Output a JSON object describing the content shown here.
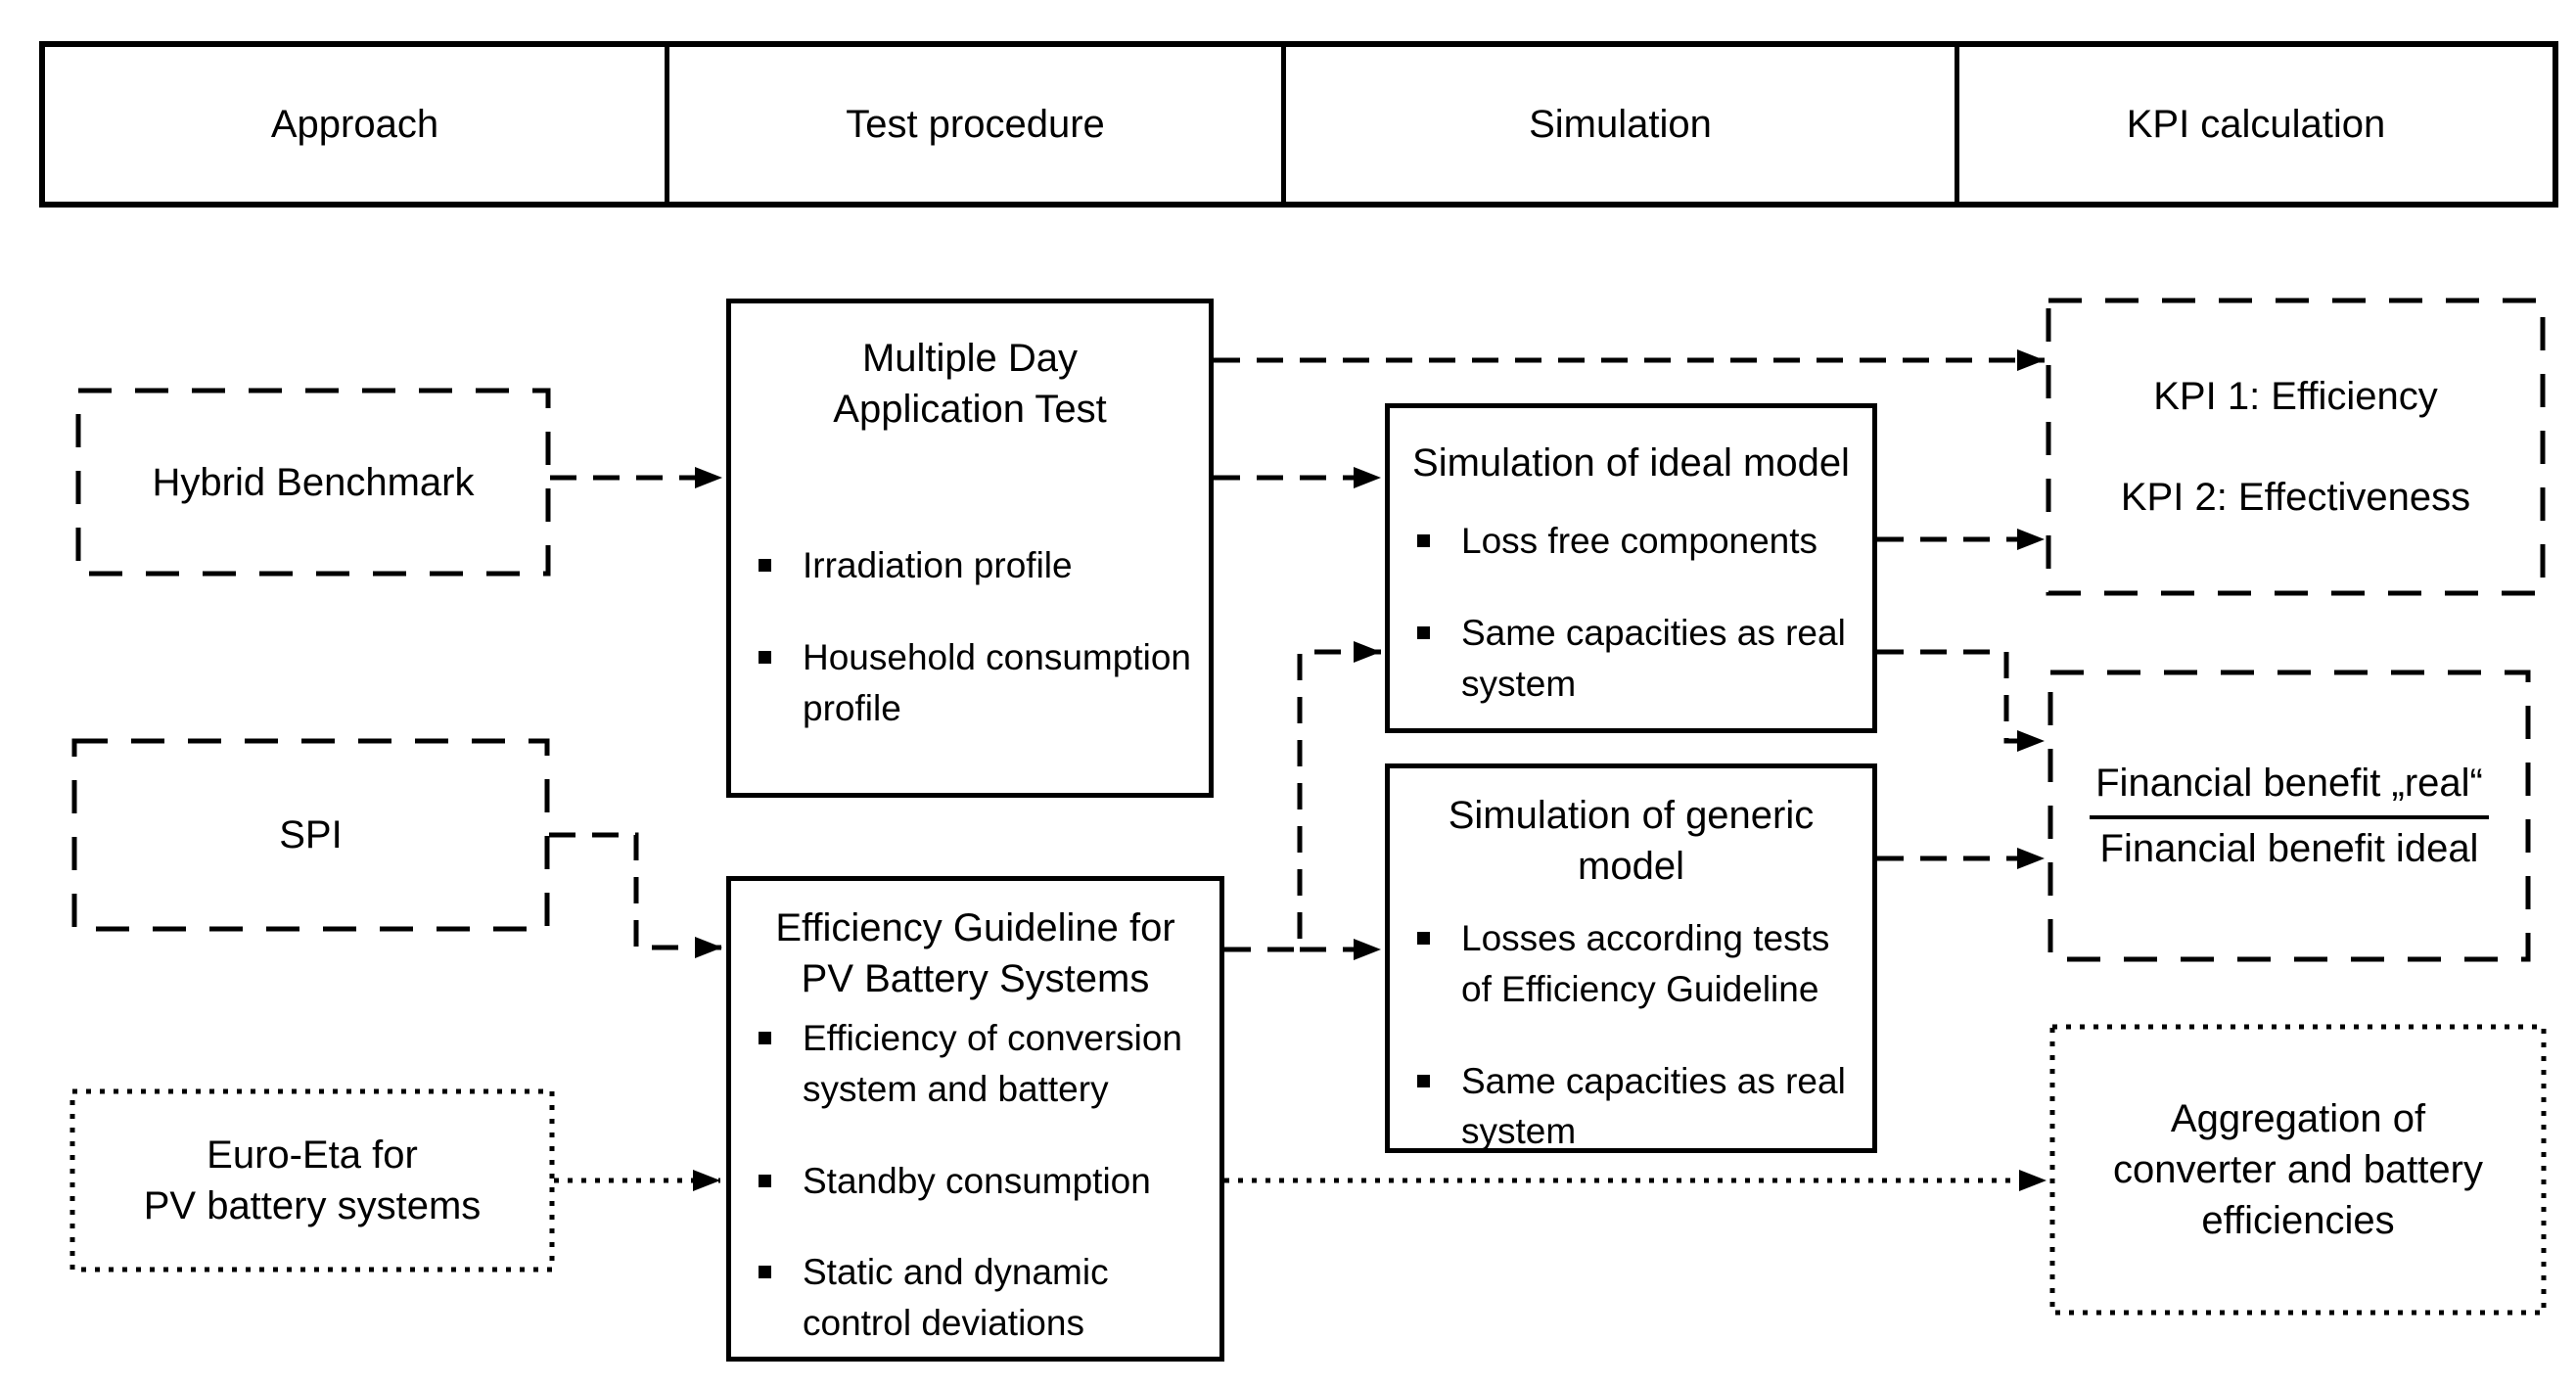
{
  "figure": {
    "background": "#ffffff",
    "ink": "#000000"
  },
  "header": {
    "columns": [
      {
        "label": "Approach"
      },
      {
        "label": "Test procedure"
      },
      {
        "label": "Simulation"
      },
      {
        "label": "KPI calculation"
      }
    ]
  },
  "boxes": {
    "hybrid": {
      "label": "Hybrid Benchmark",
      "border": "dashed"
    },
    "spi": {
      "label": "SPI",
      "border": "dashed"
    },
    "euroeta": {
      "label": "Euro-Eta for\nPV battery systems",
      "border": "dotted"
    },
    "multiday": {
      "title": "Multiple Day\nApplication Test",
      "bullets": [
        "Irradiation profile",
        "Household consumption\nprofile"
      ],
      "border": "solid"
    },
    "effguide": {
      "title": "Efficiency Guideline for\nPV Battery Systems",
      "bullets": [
        "Efficiency of conversion\nsystem and battery",
        "Standby consumption",
        "Static and dynamic\ncontrol deviations"
      ],
      "border": "solid"
    },
    "simideal": {
      "title": "Simulation of ideal model",
      "bullets": [
        "Loss free components",
        "Same capacities as real\nsystem"
      ],
      "border": "solid"
    },
    "simgeneric": {
      "title": "Simulation of generic\nmodel",
      "bullets": [
        "Losses according tests\nof Efficiency Guideline",
        "Same capacities as real\nsystem"
      ],
      "border": "solid"
    },
    "kpi": {
      "lines": [
        "KPI 1: Efficiency",
        "KPI 2: Effectiveness"
      ],
      "border": "dashed"
    },
    "financial": {
      "numerator": "Financial benefit „real“",
      "denominator": "Financial benefit ideal",
      "border": "dashed"
    },
    "aggregation": {
      "label": "Aggregation of\nconverter and battery\nefficiencies",
      "border": "dotted"
    }
  },
  "connections": [
    {
      "from": "hybrid-benchmark",
      "to": "multiple-day-application-test",
      "style": "dashed"
    },
    {
      "from": "multiple-day-application-test",
      "to": "kpi-efficiency-effectiveness",
      "style": "dashed"
    },
    {
      "from": "multiple-day-application-test",
      "to": "simulation-of-ideal-model",
      "style": "dashed"
    },
    {
      "from": "simulation-of-ideal-model",
      "to": "kpi-efficiency-effectiveness",
      "style": "dashed"
    },
    {
      "from": "spi",
      "to": "efficiency-guideline",
      "style": "dashed"
    },
    {
      "from": "efficiency-guideline",
      "to": "simulation-of-ideal-model",
      "style": "dashed"
    },
    {
      "from": "efficiency-guideline",
      "to": "simulation-of-generic-model",
      "style": "dashed"
    },
    {
      "from": "simulation-of-ideal-model",
      "to": "financial-benefit-ratio",
      "style": "dashed"
    },
    {
      "from": "simulation-of-generic-model",
      "to": "financial-benefit-ratio",
      "style": "dashed"
    },
    {
      "from": "euro-eta",
      "to": "efficiency-guideline",
      "style": "dotted"
    },
    {
      "from": "efficiency-guideline",
      "to": "aggregation-of-efficiencies",
      "style": "dotted"
    }
  ]
}
